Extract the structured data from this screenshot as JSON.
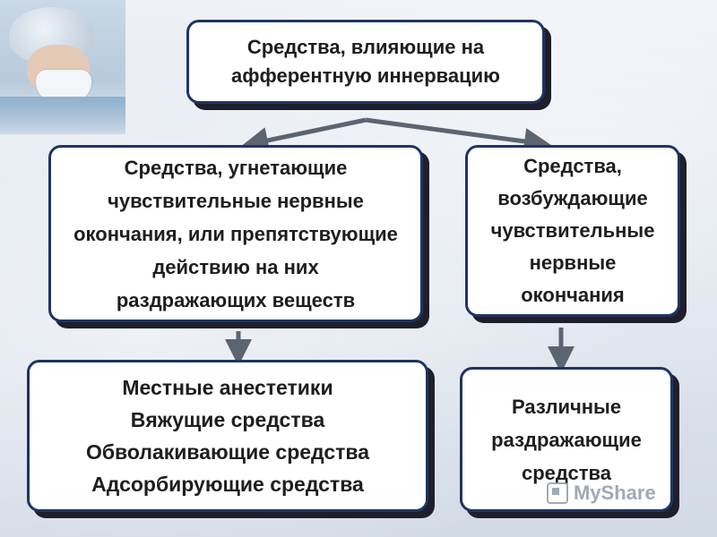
{
  "diagram": {
    "top": {
      "lines": [
        "Средства, влияющие на",
        "афферентную иннервацию"
      ]
    },
    "left": {
      "lines": [
        "Средства, угнетающие",
        "чувствительные нервные",
        "окончания, или препятствующие",
        "действию на них",
        "раздражающих веществ"
      ]
    },
    "right": {
      "lines": [
        "Средства,",
        "возбуждающие",
        "чувствительные",
        "нервные",
        "окончания"
      ]
    },
    "bottom_left": {
      "lines": [
        "Местные анестетики",
        "Вяжущие средства",
        "Обволакивающие средства",
        "Адсорбирующие средства"
      ]
    },
    "bottom_right": {
      "lines": [
        "Различные",
        "раздражающие",
        "средства"
      ]
    },
    "connections": [
      {
        "from": "top",
        "to": "left"
      },
      {
        "from": "top",
        "to": "right"
      },
      {
        "from": "left",
        "to": "bottom_left"
      },
      {
        "from": "right",
        "to": "bottom_right"
      }
    ]
  },
  "watermark": {
    "text": "MyShare"
  },
  "colors": {
    "box_border": "#1e3563",
    "box_shadow": "#1f1f2b",
    "arrow": "#5b6470"
  }
}
